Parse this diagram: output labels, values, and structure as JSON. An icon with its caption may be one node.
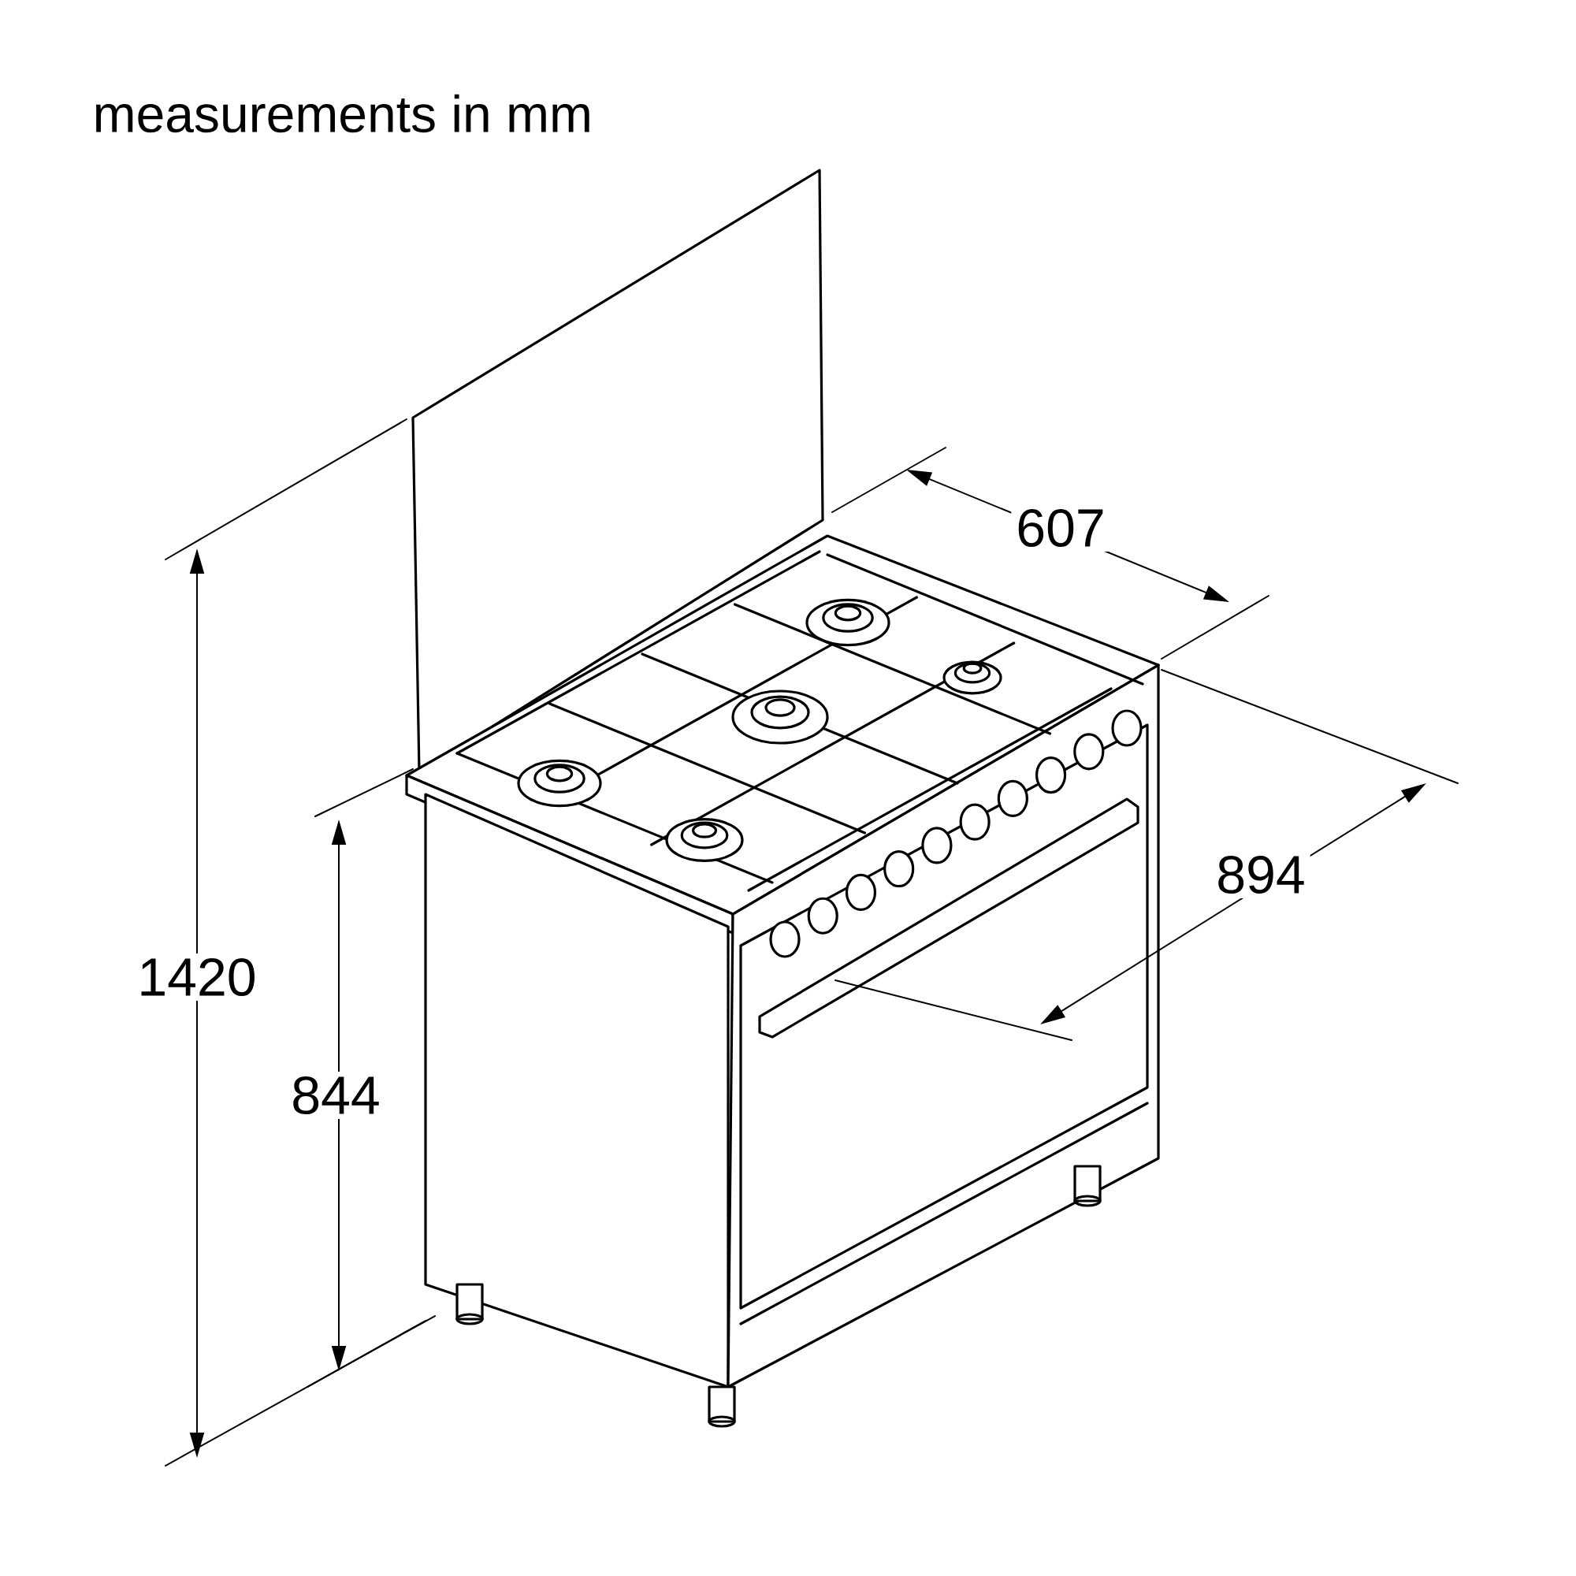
{
  "diagram": {
    "title": "measurements in mm",
    "labels": [
      "607",
      "894",
      "1420",
      "844"
    ]
  }
}
